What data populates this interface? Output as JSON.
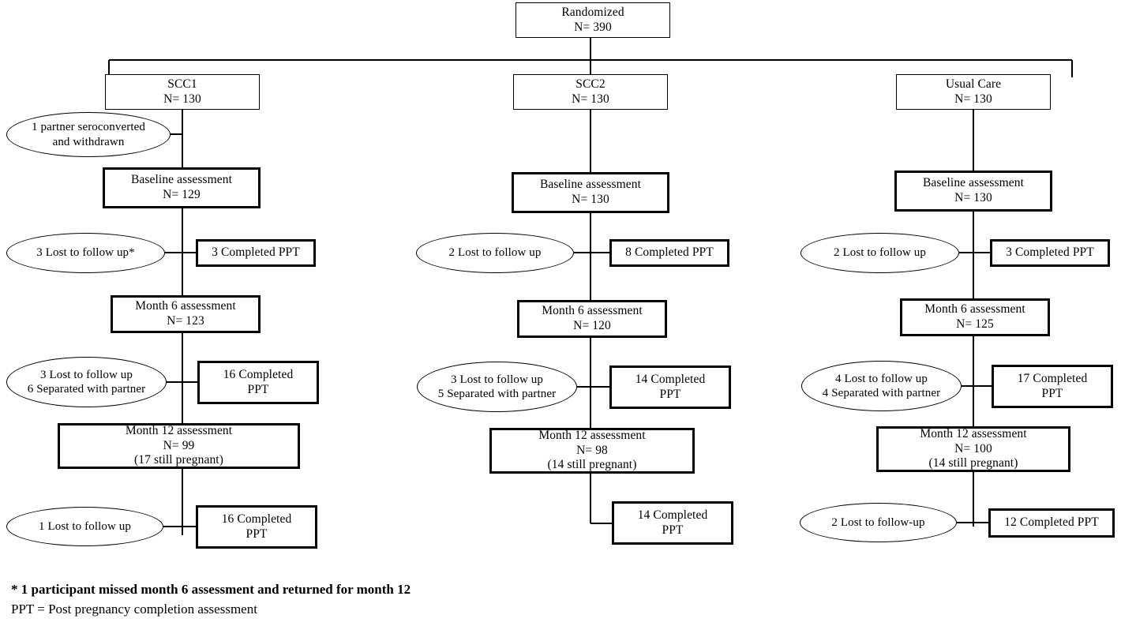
{
  "diagram": {
    "title": "CONSORT participant flow diagram",
    "line_color": "#000000",
    "background": "#ffffff",
    "root": {
      "line1": "Randomized",
      "line2": "N= 390"
    },
    "arms": [
      {
        "id": "scc1",
        "header": {
          "line1": "SCC1",
          "line2": "N= 130"
        },
        "pre_baseline_exclusion": {
          "line1": "1 partner seroconverted",
          "line2": "and withdrawn"
        },
        "baseline": {
          "line1": "Baseline assessment",
          "line2": "N= 129"
        },
        "stage1_loss": {
          "line1": "3 Lost to follow up*"
        },
        "stage1_ppt": {
          "line1": "3 Completed PPT"
        },
        "month6": {
          "line1": "Month 6 assessment",
          "line2": "N= 123"
        },
        "stage2_loss": {
          "line1": "3 Lost to follow up",
          "line2": "6 Separated with partner"
        },
        "stage2_ppt": {
          "line1": "16 Completed",
          "line2": "PPT"
        },
        "month12": {
          "line1": "Month 12 assessment",
          "line2": "N= 99",
          "line3": "(17 still pregnant)"
        },
        "stage3_loss": {
          "line1": "1 Lost to follow up"
        },
        "stage3_ppt": {
          "line1": "16 Completed",
          "line2": "PPT"
        }
      },
      {
        "id": "scc2",
        "header": {
          "line1": "SCC2",
          "line2": "N= 130"
        },
        "baseline": {
          "line1": "Baseline assessment",
          "line2": "N= 130"
        },
        "stage1_loss": {
          "line1": "2 Lost to follow up"
        },
        "stage1_ppt": {
          "line1": "8 Completed PPT"
        },
        "month6": {
          "line1": "Month 6 assessment",
          "line2": "N= 120"
        },
        "stage2_loss": {
          "line1": "3 Lost to follow up",
          "line2": "5 Separated with partner"
        },
        "stage2_ppt": {
          "line1": "14 Completed",
          "line2": "PPT"
        },
        "month12": {
          "line1": "Month 12 assessment",
          "line2": "N= 98",
          "line3": "(14 still pregnant)"
        },
        "stage3_ppt": {
          "line1": "14 Completed",
          "line2": "PPT"
        }
      },
      {
        "id": "usual-care",
        "header": {
          "line1": "Usual Care",
          "line2": "N= 130"
        },
        "baseline": {
          "line1": "Baseline assessment",
          "line2": "N= 130"
        },
        "stage1_loss": {
          "line1": "2 Lost to follow up"
        },
        "stage1_ppt": {
          "line1": "3 Completed PPT"
        },
        "month6": {
          "line1": "Month 6 assessment",
          "line2": "N= 125"
        },
        "stage2_loss": {
          "line1": "4 Lost to follow up",
          "line2": "4 Separated with partner"
        },
        "stage2_ppt": {
          "line1": "17 Completed",
          "line2": "PPT"
        },
        "month12": {
          "line1": "Month 12 assessment",
          "line2": "N= 100",
          "line3": "(14 still pregnant)"
        },
        "stage3_loss": {
          "line1": "2 Lost to follow-up"
        },
        "stage3_ppt": {
          "line1": "12 Completed PPT"
        }
      }
    ],
    "footnotes": [
      "* 1 participant missed month 6 assessment and returned for month 12",
      "PPT = Post pregnancy completion assessment"
    ]
  }
}
